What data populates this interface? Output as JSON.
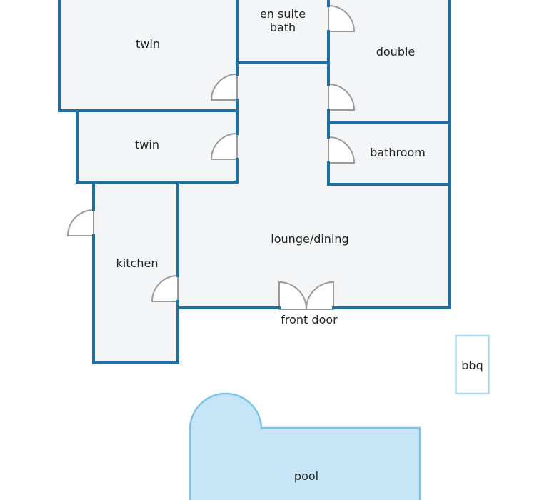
{
  "labels": {
    "twin_top": "twin",
    "en_suite_line1": "en suite",
    "en_suite_line2": "bath",
    "double": "double",
    "twin_middle": "twin",
    "bathroom": "bathroom",
    "lounge_dining": "lounge/dining",
    "kitchen": "kitchen",
    "front_door": "front door",
    "bbq": "bbq",
    "pool": "pool"
  },
  "colors": {
    "wall": "#1f6fa3",
    "floor": "#f4f5f6",
    "door": "#9a9a9a",
    "pool_fill": "#c6e6f8",
    "pool_stroke": "#7cc3ea",
    "bbq_stroke": "#a9d8f2"
  }
}
